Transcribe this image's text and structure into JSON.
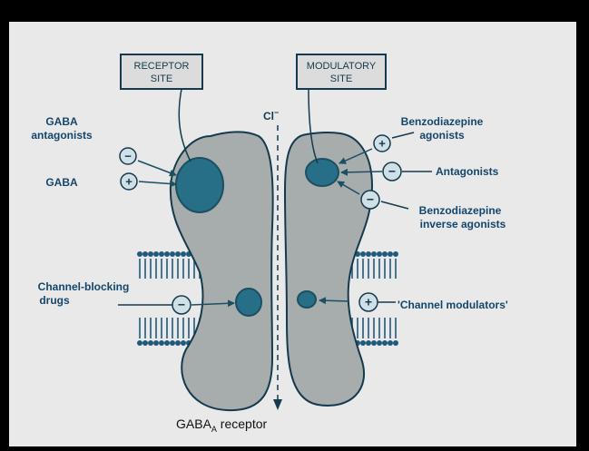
{
  "labels": {
    "receptor_site_line1": "RECEPTOR",
    "receptor_site_line2": "SITE",
    "modulatory_site_line1": "MODULATORY",
    "modulatory_site_line2": "SITE",
    "chloride": "Cl",
    "chloride_sup": "−",
    "gaba_antagonists_line1": "GABA",
    "gaba_antagonists_line2": "antagonists",
    "gaba": "GABA",
    "benzo_agonists_line1": "Benzodiazepine",
    "benzo_agonists_line2": "agonists",
    "antagonists": "Antagonists",
    "benzo_inverse_line1": "Benzodiazepine",
    "benzo_inverse_line2": "inverse agonists",
    "channel_blocking_line1": "Channel-blocking",
    "channel_blocking_line2": "drugs",
    "channel_modulators": "'Channel modulators'",
    "caption_main": "GABA",
    "caption_sub": "A",
    "caption_rest": " receptor"
  },
  "symbols": {
    "minus": "−",
    "plus": "+"
  },
  "colors": {
    "background": "#e9e9e9",
    "frame": "#000000",
    "subunit_fill": "#a7acac",
    "site_fill": "#276f86",
    "site_dark": "#1b4f63",
    "ink": "#143a4d",
    "label": "#14466c",
    "sign_fill": "#cfe0e6",
    "lipid": "#1f5a7c"
  }
}
